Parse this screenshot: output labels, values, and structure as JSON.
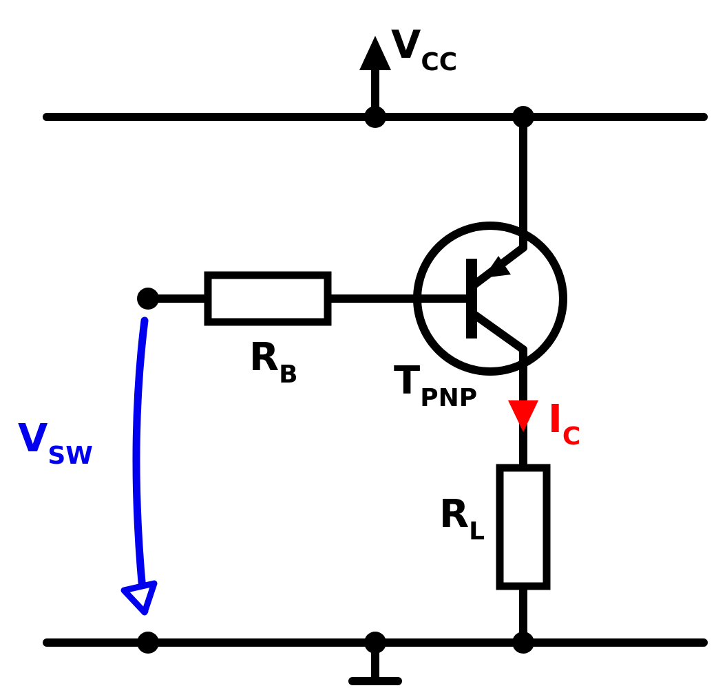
{
  "labels": {
    "vcc": {
      "main": "V",
      "sub": "CC"
    },
    "rb": {
      "main": "R",
      "sub": "B"
    },
    "tpnp": {
      "main": "T",
      "sub": "PNP"
    },
    "ic": {
      "main": "I",
      "sub": "C"
    },
    "rl": {
      "main": "R",
      "sub": "L"
    },
    "vsw": {
      "main": "V",
      "sub": "SW"
    }
  },
  "colors": {
    "wire": "#000000",
    "current": "#ff0000",
    "voltage": "#0000ee"
  }
}
